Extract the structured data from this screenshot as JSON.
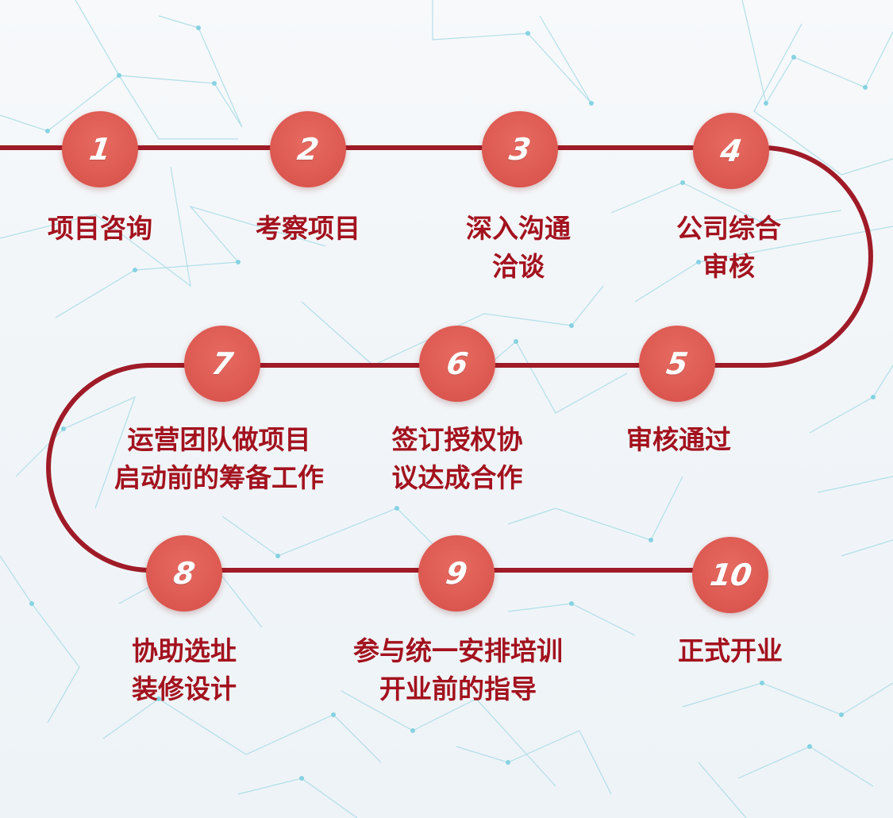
{
  "colors": {
    "path": "#9f1b27",
    "circle": "#dd5a52",
    "number": "#ffffff",
    "label": "#a3121e",
    "network": "#9fd7e4"
  },
  "steps": [
    {
      "number": "1",
      "label_lines": [
        "项目咨询"
      ]
    },
    {
      "number": "2",
      "label_lines": [
        "考察项目"
      ]
    },
    {
      "number": "3",
      "label_lines": [
        "深入沟通",
        "洽谈"
      ]
    },
    {
      "number": "4",
      "label_lines": [
        "公司综合",
        "审核"
      ]
    },
    {
      "number": "5",
      "label_lines": [
        "审核通过"
      ]
    },
    {
      "number": "6",
      "label_lines": [
        "签订授权协",
        "议达成合作"
      ]
    },
    {
      "number": "7",
      "label_lines": [
        "运营团队做项目",
        "启动前的筹备工作"
      ]
    },
    {
      "number": "8",
      "label_lines": [
        "协助选址",
        "装修设计"
      ]
    },
    {
      "number": "9",
      "label_lines": [
        "参与统一安排培训",
        "开业前的指导"
      ]
    },
    {
      "number": "10",
      "label_lines": [
        "正式开业"
      ]
    }
  ]
}
